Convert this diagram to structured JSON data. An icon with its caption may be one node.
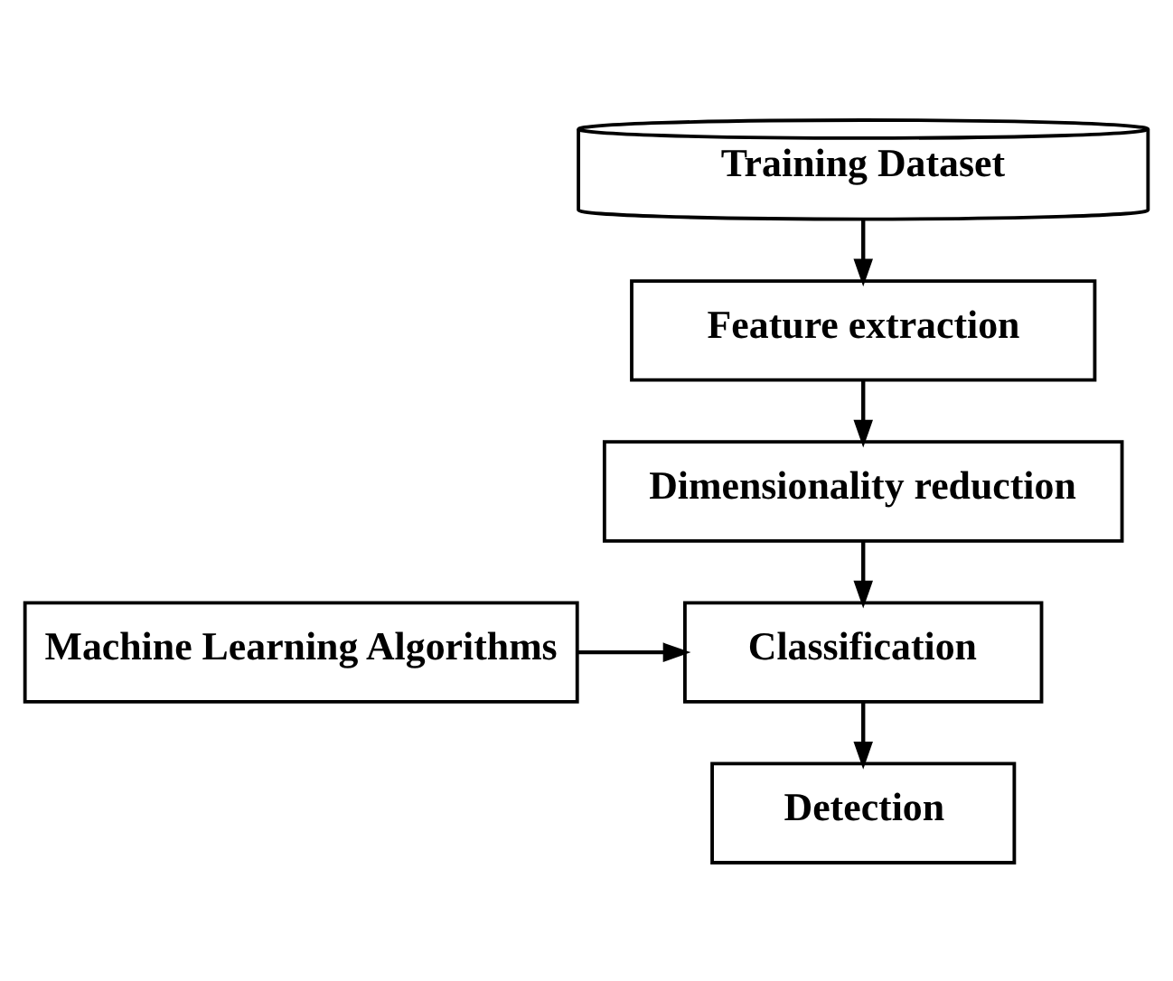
{
  "diagram": {
    "nodes": [
      {
        "text": [
          "Training Dataset"
        ]
      },
      {
        "text": [
          "Feature extraction"
        ]
      },
      {
        "text": [
          "Dimensionality reduction"
        ]
      },
      {
        "text": [
          "Classification"
        ]
      },
      {
        "text": [
          "Detection"
        ]
      },
      {
        "text": [
          "Machine Learning Algorithms"
        ]
      }
    ],
    "edges": [
      {
        "from": 0,
        "to": 1,
        "arrow": "to"
      },
      {
        "from": 1,
        "to": 2,
        "arrow": "to"
      },
      {
        "from": 2,
        "to": 3,
        "arrow": "to"
      },
      {
        "from": 5,
        "to": 3,
        "arrow": "to"
      },
      {
        "from": 3,
        "to": 4,
        "arrow": "to"
      }
    ]
  }
}
